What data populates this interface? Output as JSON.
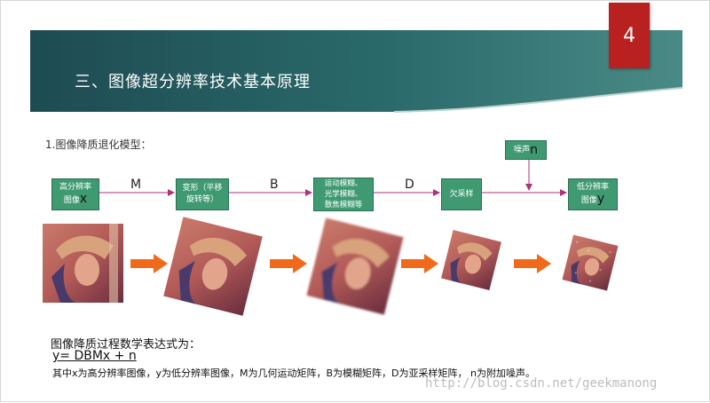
{
  "slide": {
    "page_number": "4",
    "title": "三、图像超分辨率技术基本原理",
    "subheading": "1.图像降质退化模型："
  },
  "model": {
    "input_box": {
      "line1": "高分辨率",
      "line2": "图像",
      "var": "x"
    },
    "ops": [
      "M",
      "B",
      "D"
    ],
    "warp_box": {
      "line1": "变形（平移",
      "line2": "旋转等）"
    },
    "blur_box": {
      "line1": "运动模糊、",
      "line2": "光学模糊、",
      "line3": "散焦模糊等"
    },
    "down_box": {
      "label": "欠采样"
    },
    "noise_box": {
      "label": "噪声",
      "var": "n"
    },
    "output_box": {
      "line1": "低分辨率",
      "line2": "图像",
      "var": "y"
    }
  },
  "formula": {
    "heading": "图像降质过程数学表达式为：",
    "equation": "y= DBMx + n",
    "explanation": "其中x为高分辨率图像，y为低分辨率图像，M为几何运动矩阵，B为模糊矩阵，D为亚采样矩阵， n为附加噪声。"
  },
  "watermark": "http://blog.csdn.net/geekmanong",
  "colors": {
    "banner": "#1e4b52",
    "page_badge": "#b8211f",
    "box_fill": "#3f9a72",
    "connector": "#b0307a",
    "arrow": "#f06a1c"
  }
}
